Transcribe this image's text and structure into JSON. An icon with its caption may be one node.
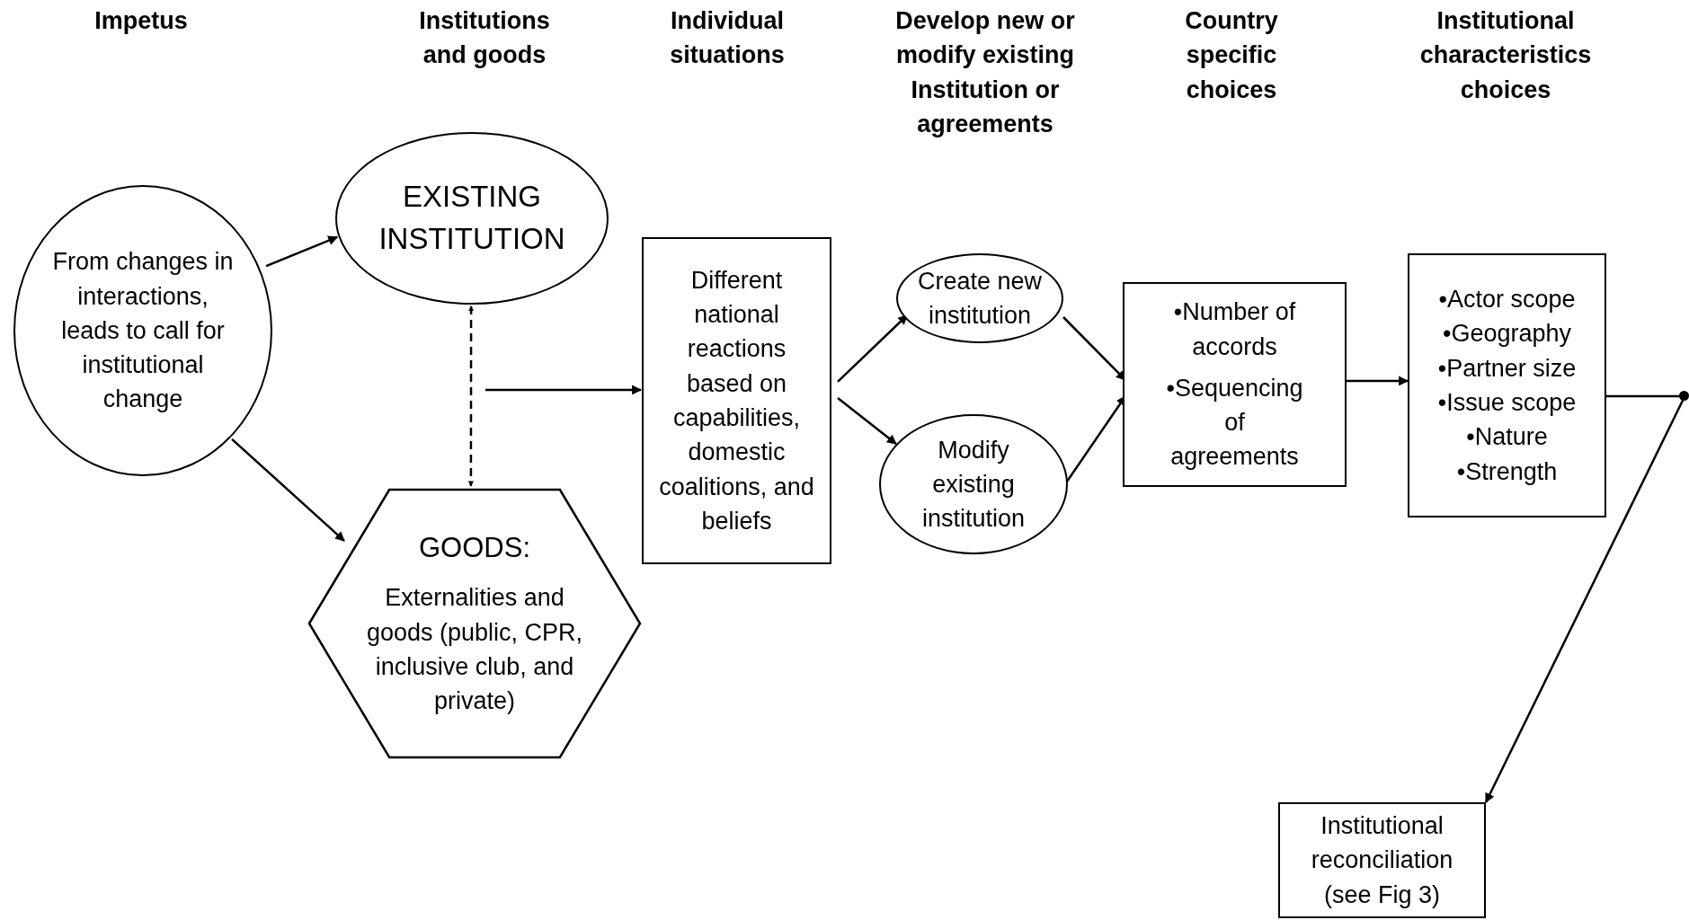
{
  "diagram": {
    "nodes": [
      {
        "text": [
          "From changes in interactions, leads to call for institutional change"
        ]
      },
      {
        "text": [
          "EXISTING INSTITUTION"
        ]
      },
      {
        "text": [
          "GOODS:",
          "Externalities and goods (public, CPR, inclusive club, and private)"
        ]
      },
      {
        "text": [
          "Different national reactions based on capabilities, domestic coalitions, and beliefs"
        ]
      },
      {
        "text": [
          "Create new institution"
        ]
      },
      {
        "text": [
          "Modify existing institution"
        ]
      },
      {
        "text": [
          "•Number of accords",
          "•Sequencing of agreements"
        ]
      },
      {
        "text": [
          "•Actor scope",
          "•Geography",
          "•Partner size",
          "•Issue scope",
          "•Nature",
          "•Strength"
        ]
      },
      {
        "text": [
          "Institutional reconciliation (see Fig 3)"
        ]
      },
      {
        "text": [],
        "shape": "circle"
      }
    ],
    "edges": [
      {
        "from": 0,
        "to": 1,
        "arrow": "to"
      },
      {
        "from": 0,
        "to": 2,
        "arrow": "to"
      },
      {
        "from": 1,
        "to": 2,
        "arrow": "both",
        "style": "dashed"
      },
      {
        "from": null,
        "to": 3,
        "arrow": "to"
      },
      {
        "from": 3,
        "to": 4,
        "arrow": "to"
      },
      {
        "from": 3,
        "to": 5,
        "arrow": "to"
      },
      {
        "from": 4,
        "to": 6,
        "arrow": "to"
      },
      {
        "from": 5,
        "to": 6,
        "arrow": "to"
      },
      {
        "from": 6,
        "to": 7,
        "arrow": "to"
      },
      {
        "from": 7,
        "to": 9,
        "arrow": "none"
      },
      {
        "from": 9,
        "to": 8,
        "arrow": "to"
      }
    ],
    "labels": [
      "Impetus",
      "Institutions and goods",
      "Individual situations",
      "Develop new or modify existing Institution or agreements",
      "Country specific choices",
      "Institutional characteristics choices"
    ]
  }
}
